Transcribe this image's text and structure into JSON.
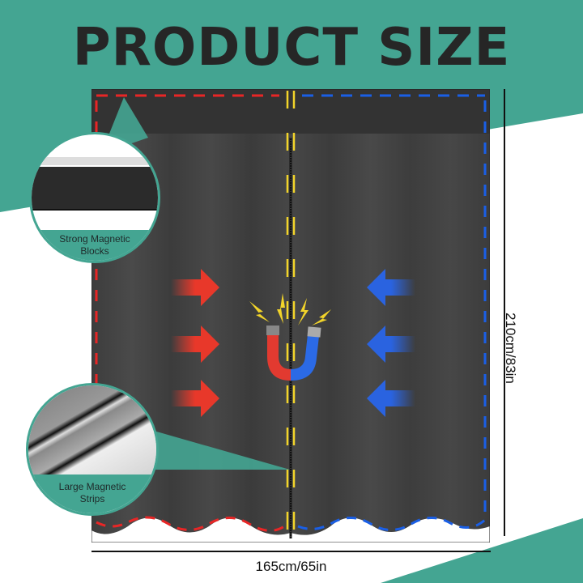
{
  "title": "PRODUCT SIZE",
  "callouts": [
    {
      "label_line1": "Strong Magnetic",
      "label_line2": "Blocks"
    },
    {
      "label_line1": "Large Magnetic",
      "label_line2": "Strips"
    }
  ],
  "dimensions": {
    "width": "165cm/65in",
    "height": "210cm/83in"
  },
  "colors": {
    "teal": "#44a592",
    "curtain": "#3a3a3a",
    "left_dash": "#e82626",
    "right_dash": "#1a5fe6",
    "center_dash": "#f2d42a",
    "title_text": "#262626"
  },
  "icons": [
    "magnet-icon",
    "lightning-icon",
    "arrow-right-icon",
    "arrow-left-icon"
  ]
}
